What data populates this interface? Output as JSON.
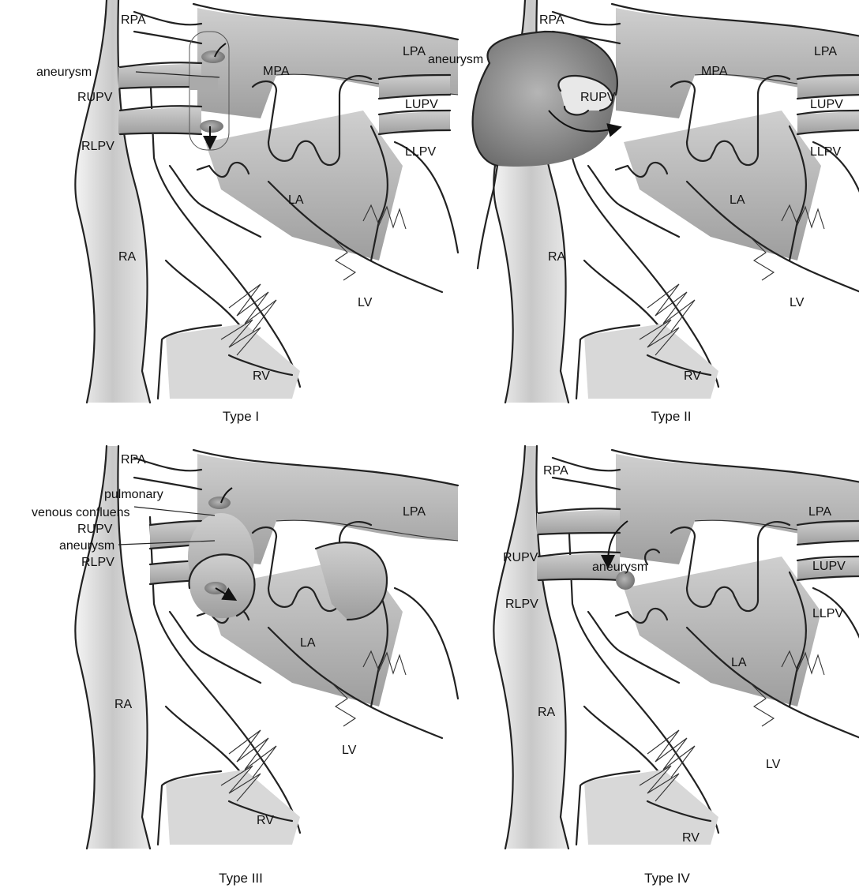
{
  "panels": [
    {
      "caption": "Type I",
      "labels": {
        "rpa": "RPA",
        "lpa": "LPA",
        "mpa": "MPA",
        "aneurysm": "aneurysm",
        "rupv": "RUPV",
        "rlpv": "RLPV",
        "lupv": "LUPV",
        "llpv": "LLPV",
        "la": "LA",
        "ra": "RA",
        "lv": "LV",
        "rv": "RV"
      }
    },
    {
      "caption": "Type II",
      "labels": {
        "rpa": "RPA",
        "lpa": "LPA",
        "mpa": "MPA",
        "aneurysm": "aneurysm",
        "rupv": "RUPV",
        "lupv": "LUPV",
        "llpv": "LLPV",
        "la": "LA",
        "ra": "RA",
        "lv": "LV",
        "rv": "RV"
      }
    },
    {
      "caption": "Type III",
      "labels": {
        "rpa": "RPA",
        "lpa": "LPA",
        "confluens_line1": "pulmonary",
        "confluens_line2": "venous confluens",
        "aneurysm": "aneurysm",
        "rupv": "RUPV",
        "rlpv": "RLPV",
        "la": "LA",
        "ra": "RA",
        "lv": "LV",
        "rv": "RV"
      }
    },
    {
      "caption": "Type IV",
      "labels": {
        "rpa": "RPA",
        "lpa": "LPA",
        "aneurysm": "aneurysm",
        "rupv": "RUPV",
        "rlpv": "RLPV",
        "lupv": "LUPV",
        "llpv": "LLPV",
        "la": "LA",
        "ra": "RA",
        "lv": "LV",
        "rv": "RV"
      }
    }
  ]
}
